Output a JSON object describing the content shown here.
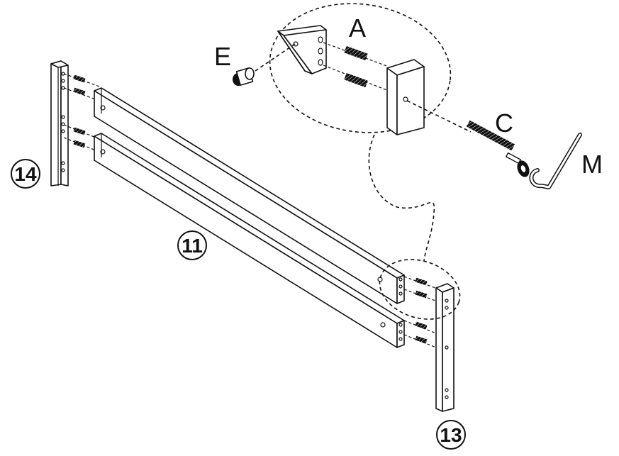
{
  "parts": {
    "dowel_label": "A",
    "bolt_label": "C",
    "barrel_nut_label": "E",
    "allen_key_label": "M"
  },
  "callouts": {
    "rail": "11",
    "right_post": "13",
    "left_post": "14"
  }
}
